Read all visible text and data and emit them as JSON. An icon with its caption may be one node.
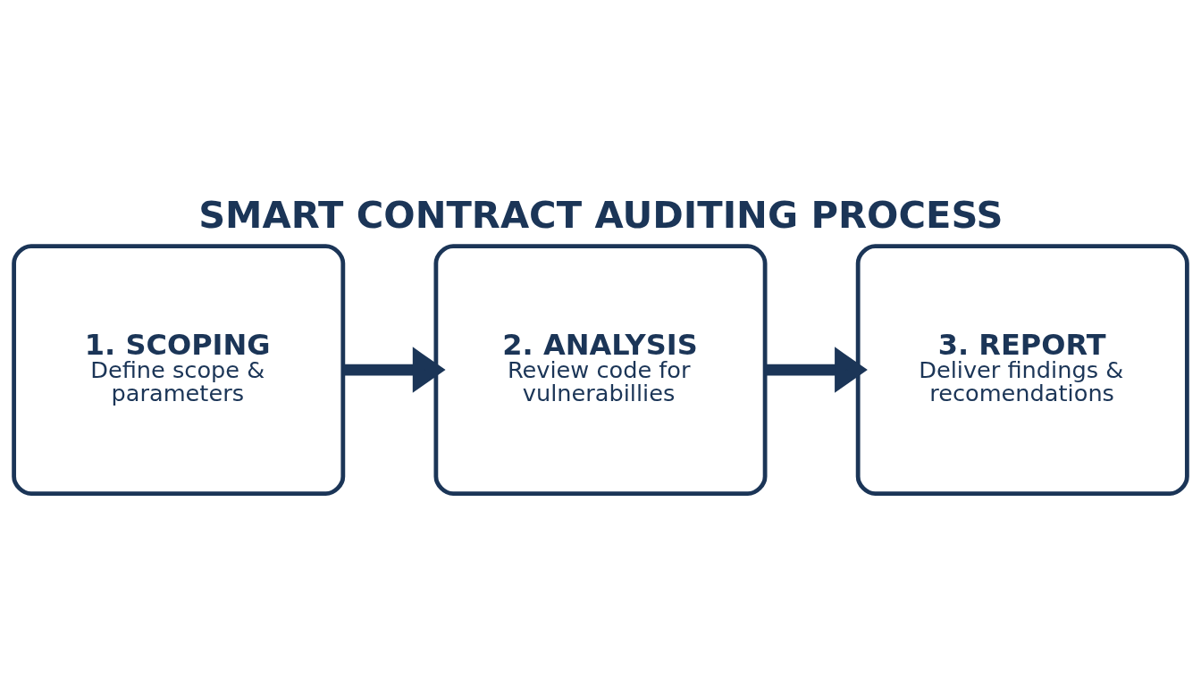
{
  "diagram": {
    "title": "SMART CONTRACT AUDITING PROCESS",
    "nodes": [
      {
        "text": [
          "1. SCOPING",
          "Define scope & parameters"
        ]
      },
      {
        "text": [
          "2. ANALYSIS",
          "Review code for vulnerabillies"
        ]
      },
      {
        "text": [
          "3. REPORT",
          "Deliver findings & recomendations"
        ]
      }
    ],
    "edges": [
      {
        "from": 0,
        "to": 1,
        "arrow": "to"
      },
      {
        "from": 1,
        "to": 2,
        "arrow": "to"
      }
    ]
  }
}
